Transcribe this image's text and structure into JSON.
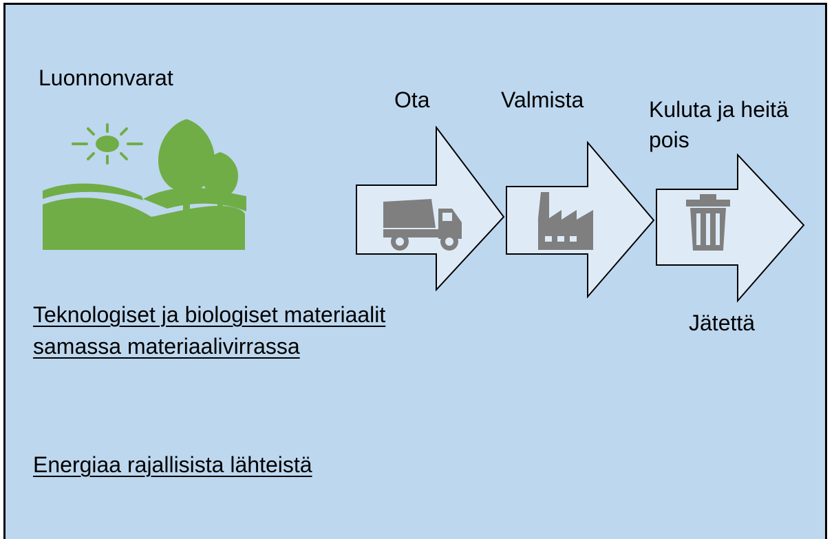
{
  "diagram": {
    "resources_label": "Luonnonvarat",
    "steps": [
      {
        "label": "Ota",
        "icon": "dump-truck-icon"
      },
      {
        "label": "Valmista",
        "icon": "factory-icon"
      },
      {
        "label": "Kuluta ja heitä",
        "label_line2": "pois",
        "icon": "trash-can-icon"
      }
    ],
    "waste_label": "Jätettä",
    "materials_note_line1": "Teknologiset ja biologiset materiaalit",
    "materials_note_line2": "samassa materiaalivirrassa",
    "energy_note": "Energiaa rajallisista lähteistä",
    "colors": {
      "background": "#bdd7ee",
      "nature_green": "#70ad47",
      "arrow_fill": "#deebf7",
      "icon_gray": "#7f7f7f"
    }
  }
}
